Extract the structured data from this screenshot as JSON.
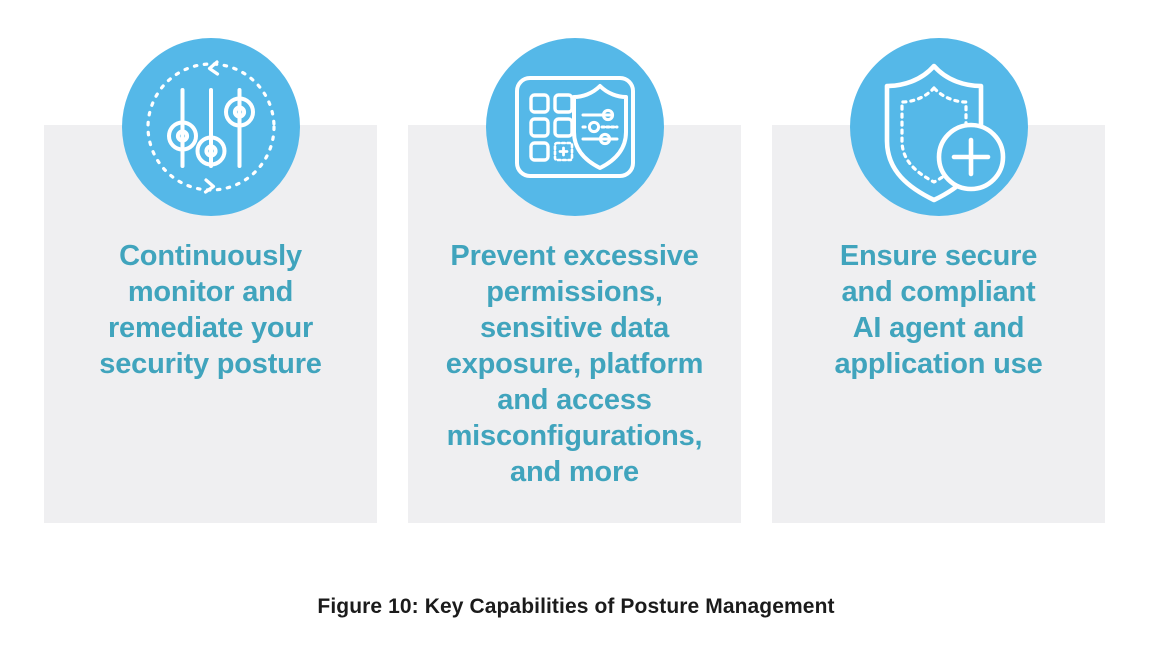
{
  "figure": {
    "caption": "Figure 10:  Key Capabilities of Posture Management",
    "accent_blue": "#55B8E8",
    "text_teal": "#40A4BD",
    "card_background": "#EFEFF1",
    "page_background": "#FFFFFF",
    "caption_color": "#1B1B1B"
  },
  "cards": [
    {
      "id": "continuous-monitoring",
      "icon_name": "sliders-refresh-cycle-icon",
      "text": "Continuously\nmonitor and\nremediate your\nsecurity posture"
    },
    {
      "id": "excessive-permissions",
      "icon_name": "app-grid-shield-sliders-icon",
      "text": "Prevent excessive\npermissions,\nsensitive data\nexposure, platform\nand access\nmisconfigurations,\nand more"
    },
    {
      "id": "secure-ai-agents",
      "icon_name": "shield-plus-icon",
      "text": "Ensure secure\nand compliant\nAI agent and\napplication use"
    }
  ]
}
